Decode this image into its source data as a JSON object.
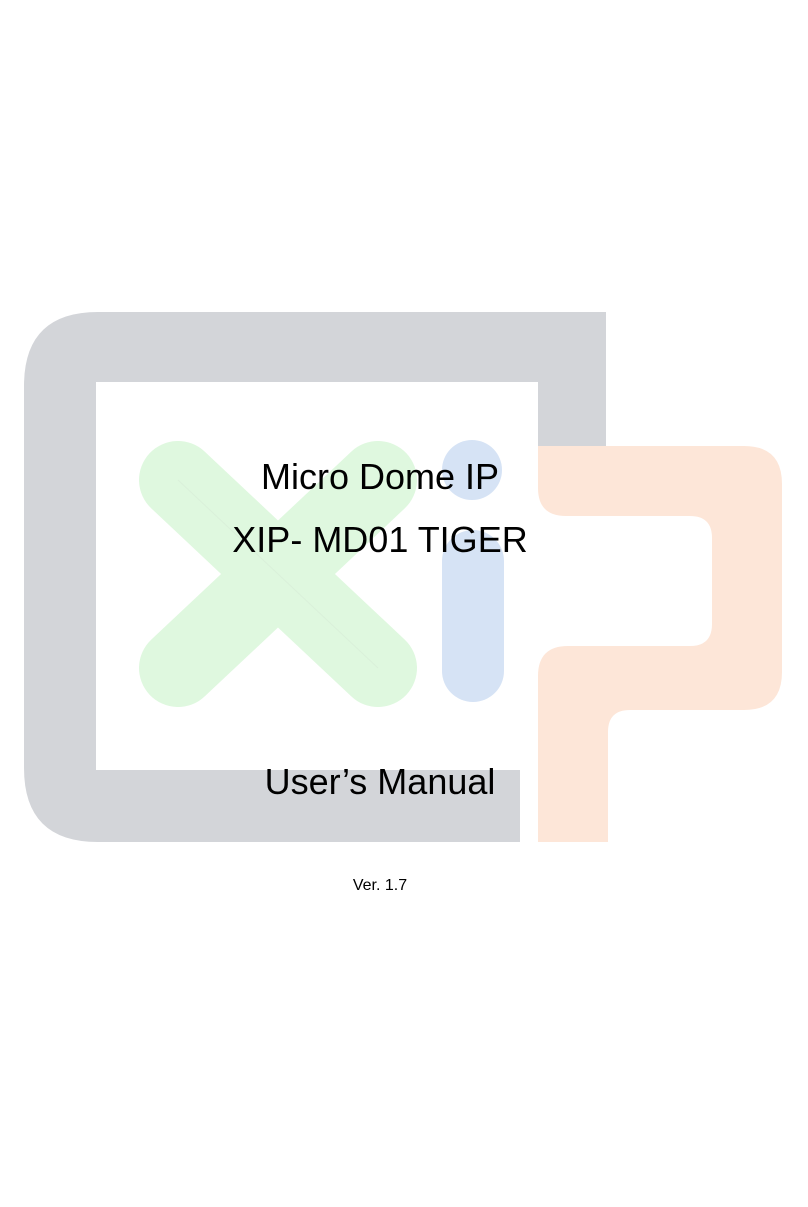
{
  "document": {
    "title_line_1": "Micro Dome IP",
    "title_line_2": "XIP- MD01 TIGER",
    "manual_label": "User’s Manual",
    "version": "Ver. 1.7"
  },
  "logo": {
    "icon": "xip-logo-icon",
    "colors": {
      "c_shape": "#d3d5d9",
      "x_shape": "#dff8df",
      "i_shape": "#d6e3f5",
      "p_shape": "#fde6d8"
    }
  }
}
